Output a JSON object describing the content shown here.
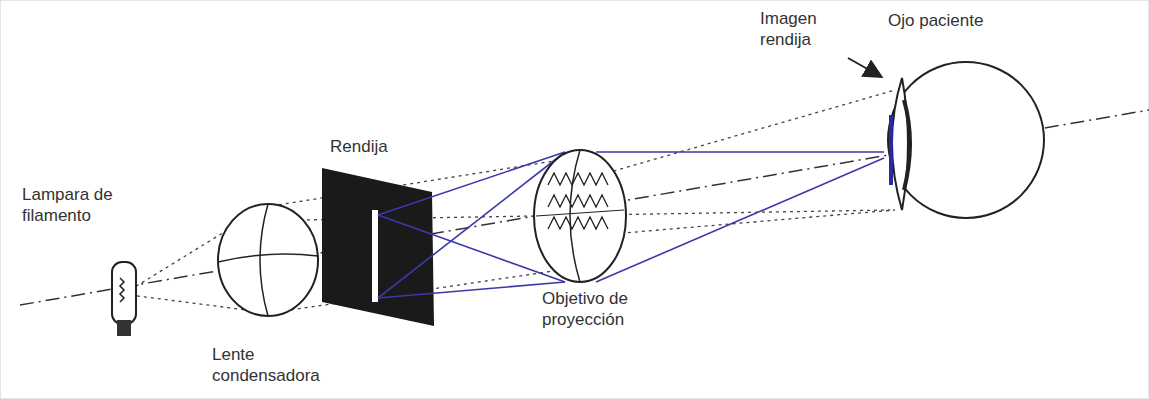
{
  "diagram": {
    "labels": [
      "Imagen rendija",
      "Ojo paciente",
      "Rendija",
      "Lampara de filamento",
      "Objetivo de proyección",
      "Lente condensadora"
    ]
  }
}
